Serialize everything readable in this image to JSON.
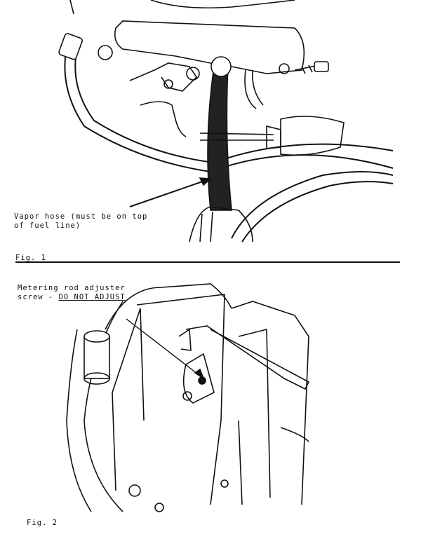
{
  "figure1": {
    "callout_line1": "Vapor hose (must be on top",
    "callout_line2": "of fuel line)",
    "caption": "Fig. 1"
  },
  "figure2": {
    "callout_line1": "Metering rod adjuster",
    "callout_line2_prefix": "screw - ",
    "callout_warning": "DO NOT ADJUST",
    "caption": "Fig. 2"
  }
}
